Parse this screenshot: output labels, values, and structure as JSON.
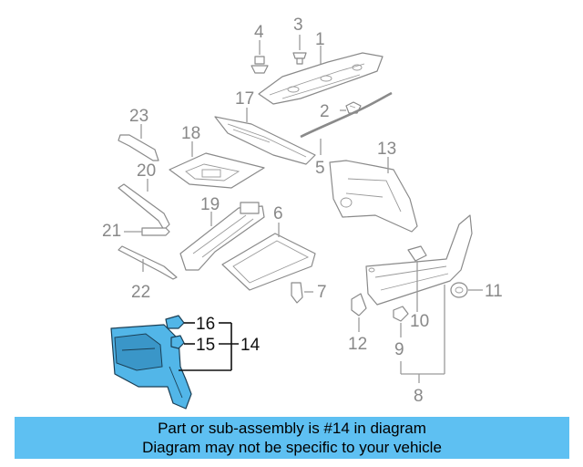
{
  "callouts": {
    "c1": "1",
    "c2": "2",
    "c3": "3",
    "c4": "4",
    "c5": "5",
    "c6": "6",
    "c7": "7",
    "c8": "8",
    "c9": "9",
    "c10": "10",
    "c11": "11",
    "c12": "12",
    "c13": "13",
    "c14": "14",
    "c15": "15",
    "c16": "16",
    "c17": "17",
    "c18": "18",
    "c19": "19",
    "c20": "20",
    "c21": "21",
    "c22": "22",
    "c23": "23"
  },
  "banner": {
    "line1": "Part or sub-assembly is #14 in diagram",
    "line2": "Diagram may not be specific to your vehicle"
  },
  "colors": {
    "highlight": "#52b6e8",
    "banner": "#5ec0f2",
    "callout_text": "#888888"
  }
}
